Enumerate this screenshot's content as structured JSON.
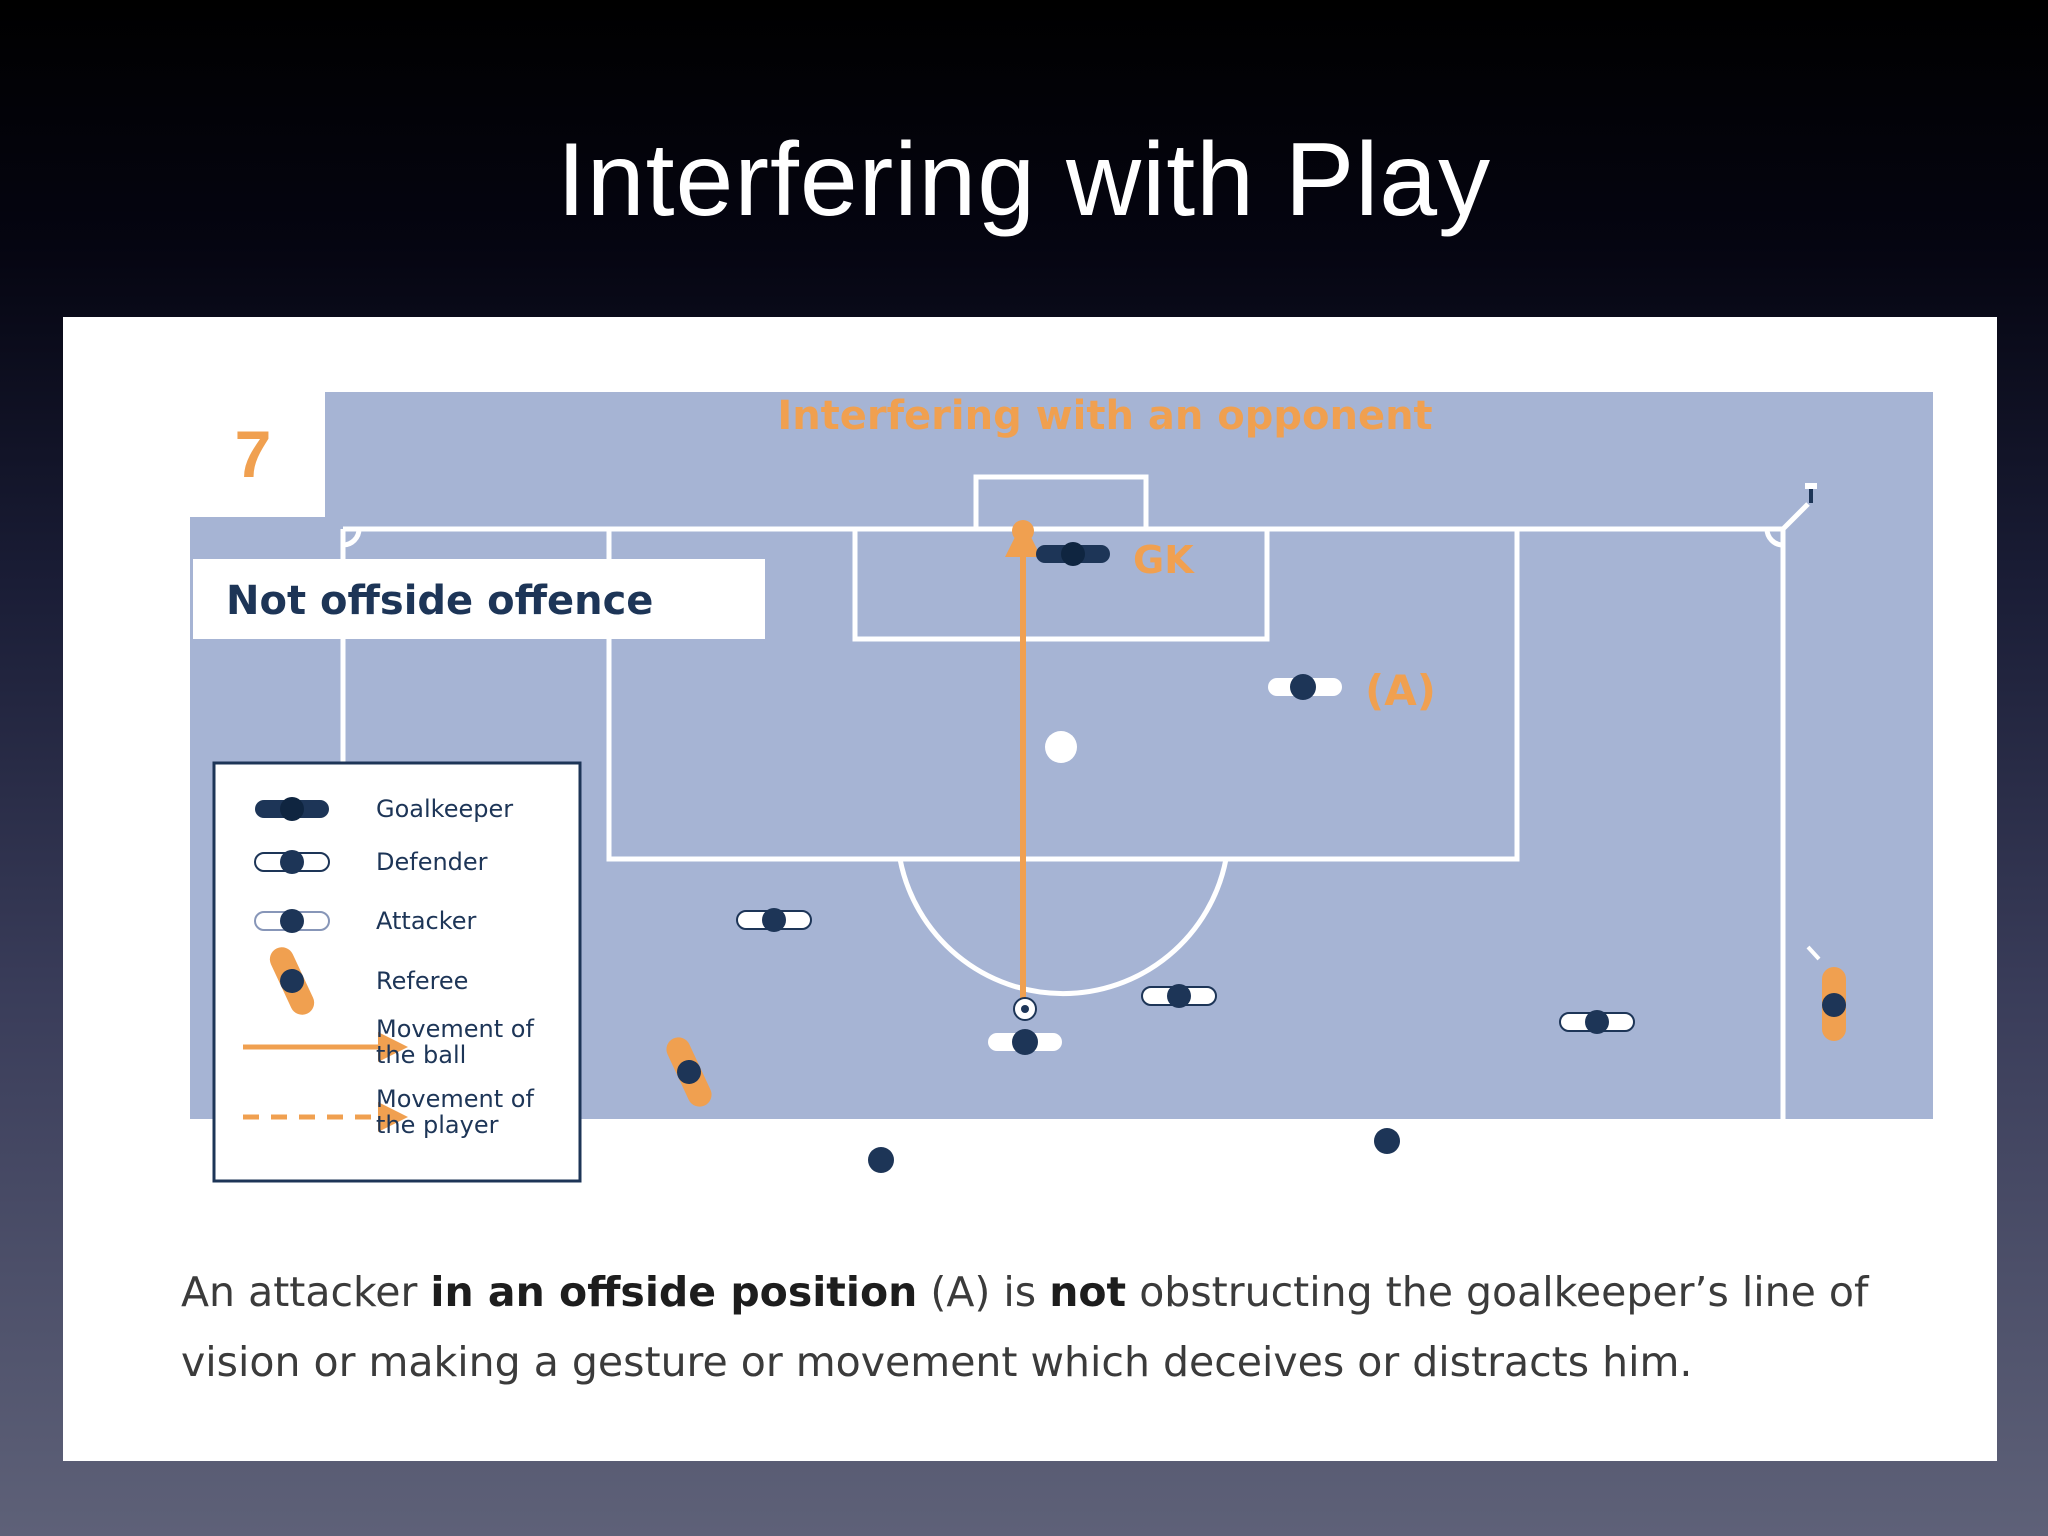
{
  "slide": {
    "title": "Interfering with Play"
  },
  "figure": {
    "number": "7",
    "heading": "Interfering with an opponent",
    "verdict": "Not offside offence",
    "labels": {
      "goalkeeper_tag": "GK",
      "attacker_tag": "(A)"
    },
    "legend": [
      {
        "icon": "goalkeeper-icon",
        "label": "Goalkeeper"
      },
      {
        "icon": "defender-icon",
        "label": "Defender"
      },
      {
        "icon": "attacker-icon",
        "label": "Attacker"
      },
      {
        "icon": "referee-icon",
        "label": "Referee"
      },
      {
        "icon": "ball-movement-arrow-icon",
        "label_line1": "Movement of",
        "label_line2": "the ball"
      },
      {
        "icon": "player-movement-arrow-icon",
        "label_line1": "Movement of",
        "label_line2": "the player"
      }
    ],
    "colors": {
      "pitch": "#a6b4d4",
      "lines": "#ffffff",
      "accent": "#f0a050",
      "player": "#1d3557"
    }
  },
  "caption": {
    "part1": "An attacker ",
    "bold1": "in an offside position",
    "part2": " (A) is ",
    "bold2": "not",
    "part3": " obstructing the goalkeeper’s line of vision or making a gesture or movement which deceives or distracts him."
  }
}
